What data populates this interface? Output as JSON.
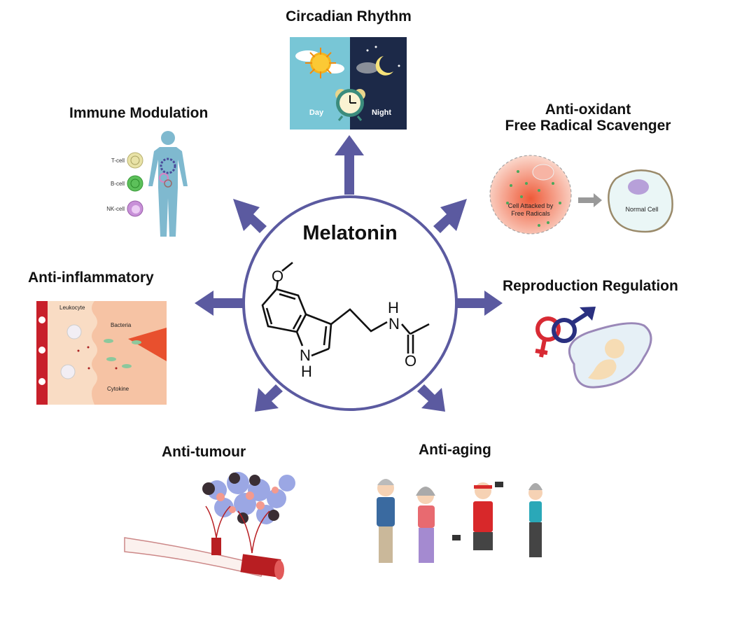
{
  "center": {
    "title": "Melatonin",
    "molecule_labels": {
      "oxygen_methoxy": "O",
      "nh_amide_h": "H",
      "nh_amide_n": "N",
      "carbonyl_o": "O",
      "indole_n": "N",
      "indole_h": "H"
    }
  },
  "colors": {
    "arrow": "#5b5aa0",
    "circle_stroke": "#5b5aa0",
    "text": "#111111"
  },
  "functions": [
    {
      "id": "circadian",
      "title": "Circadian Rhythm",
      "labels": {
        "day": "Day",
        "night": "Night"
      }
    },
    {
      "id": "antioxidant",
      "title_line1": "Anti-oxidant",
      "title_line2": "Free Radical Scavenger",
      "labels": {
        "attacked_line1": "Cell Attacked by",
        "attacked_line2": "Free Radicals",
        "normal": "Normal Cell"
      }
    },
    {
      "id": "reproduction",
      "title": "Reproduction Regulation"
    },
    {
      "id": "anti_aging",
      "title": "Anti-aging"
    },
    {
      "id": "anti_tumour",
      "title": "Anti-tumour"
    },
    {
      "id": "anti_inflammatory",
      "title": "Anti-inflammatory",
      "labels": {
        "leukocyte": "Leukocyte",
        "bacteria": "Bacteria",
        "cytokine": "Cytokine"
      }
    },
    {
      "id": "immune",
      "title": "Immune Modulation",
      "labels": {
        "t_cell": "T-cell",
        "b_cell": "B-cell",
        "nk_cell": "NK-cell"
      }
    }
  ]
}
